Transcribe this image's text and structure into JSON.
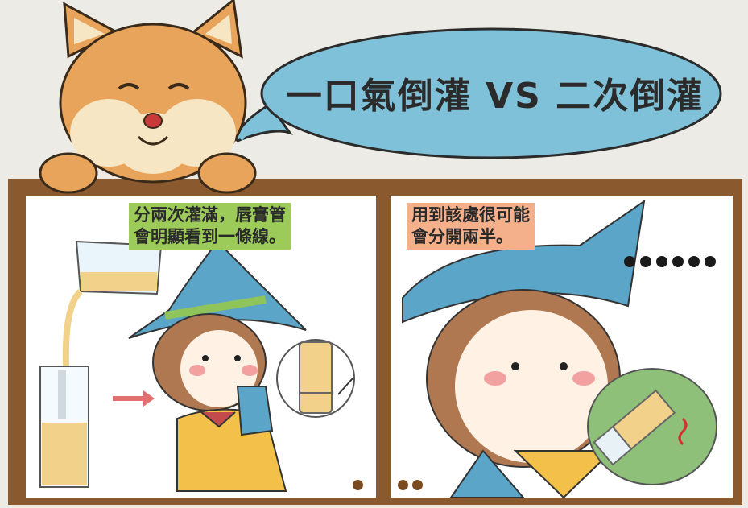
{
  "header": {
    "title": "一口氣倒灌 VS 二次倒灌"
  },
  "panels": [
    {
      "caption_lines": [
        "分兩次灌滿，唇膏管",
        "會明顯看到一條線。"
      ],
      "page_dots": 1
    },
    {
      "caption_lines": [
        "用到該處很可能",
        "會分開兩半。"
      ],
      "page_dots": 2,
      "ellipsis_dots": 6
    }
  ],
  "colors": {
    "background": "#ecebe6",
    "board": "#8a5a2e",
    "speech_bubble": "#7fc1d8",
    "caption_left": "#9ccb5a",
    "caption_right": "#f4b08a"
  }
}
